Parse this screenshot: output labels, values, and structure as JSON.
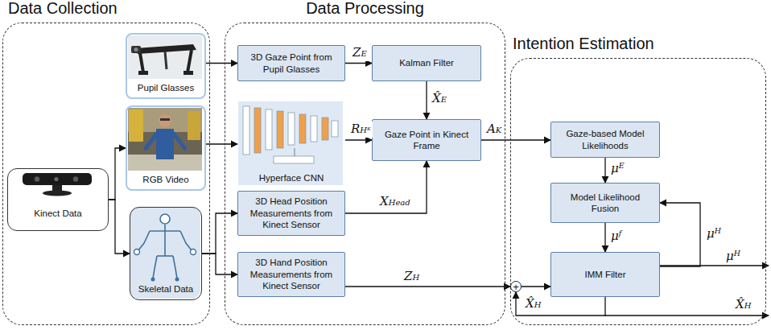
{
  "diagram": {
    "nodes": [
      {
        "text": [
          "Data Collection"
        ]
      },
      {
        "text": [
          "Pupil Glasses"
        ],
        "in": 0
      },
      {
        "text": [
          "RGB Video"
        ],
        "in": 0
      },
      {
        "text": [
          "Kinect Data"
        ],
        "in": 0
      },
      {
        "text": [
          "Skeletal Data"
        ],
        "in": 0
      },
      {
        "text": [
          "Data Processing"
        ]
      },
      {
        "text": [
          "3D Gaze Point from Pupil Glasses"
        ],
        "in": 5
      },
      {
        "text": [
          "Kalman Filter"
        ],
        "in": 5
      },
      {
        "text": [
          "Hyperface CNN"
        ],
        "in": 5
      },
      {
        "text": [
          "Gaze Point in Kinect Frame"
        ],
        "in": 5
      },
      {
        "text": [
          "3D Head Position Measurements from Kinect Sensor"
        ],
        "in": 5
      },
      {
        "text": [
          "3D Hand Position Measurements from Kinect Sensor"
        ],
        "in": 5
      },
      {
        "text": [
          "Intention Estimation"
        ]
      },
      {
        "text": [
          "Gaze-based Model Likelihoods"
        ],
        "in": 12
      },
      {
        "text": [
          "Model Likelihood Fusion"
        ],
        "in": 12
      },
      {
        "text": [
          "IMM Filter"
        ],
        "in": 12
      },
      {
        "text": [
          "+"
        ],
        "in": 12
      }
    ],
    "edges": [
      {
        "from": 1,
        "to": 6,
        "arrow": "to"
      },
      {
        "from": 2,
        "to": 8,
        "arrow": "to"
      },
      {
        "from": 3,
        "to": 2,
        "arrow": "to"
      },
      {
        "from": 3,
        "to": 4,
        "arrow": "to"
      },
      {
        "from": 4,
        "to": 10,
        "arrow": "to"
      },
      {
        "from": 4,
        "to": 11,
        "arrow": "to"
      },
      {
        "from": 6,
        "to": 7,
        "label": "ZE",
        "arrow": "to"
      },
      {
        "from": 7,
        "to": 9,
        "label": "X̂E",
        "arrow": "to"
      },
      {
        "from": 8,
        "to": 9,
        "label": "RHᴷ",
        "arrow": "to"
      },
      {
        "from": 10,
        "to": 9,
        "label": "XHead",
        "arrow": "to"
      },
      {
        "from": 9,
        "to": 13,
        "label": "AK",
        "arrow": "to"
      },
      {
        "from": 13,
        "to": 14,
        "label": "μᴱ",
        "arrow": "to"
      },
      {
        "from": 14,
        "to": 15,
        "label": "μᶠ",
        "arrow": "to"
      },
      {
        "from": 15,
        "to": 14,
        "label": "μᴴ",
        "arrow": "to"
      },
      {
        "from": 11,
        "to": 16,
        "label": "ZH",
        "arrow": "to"
      },
      {
        "from": 16,
        "to": 15,
        "arrow": "to"
      },
      {
        "from": 15,
        "to": 16,
        "label": "X̂H",
        "arrow": "to"
      }
    ],
    "labels": [
      "μᴴ",
      "X̂H"
    ]
  }
}
